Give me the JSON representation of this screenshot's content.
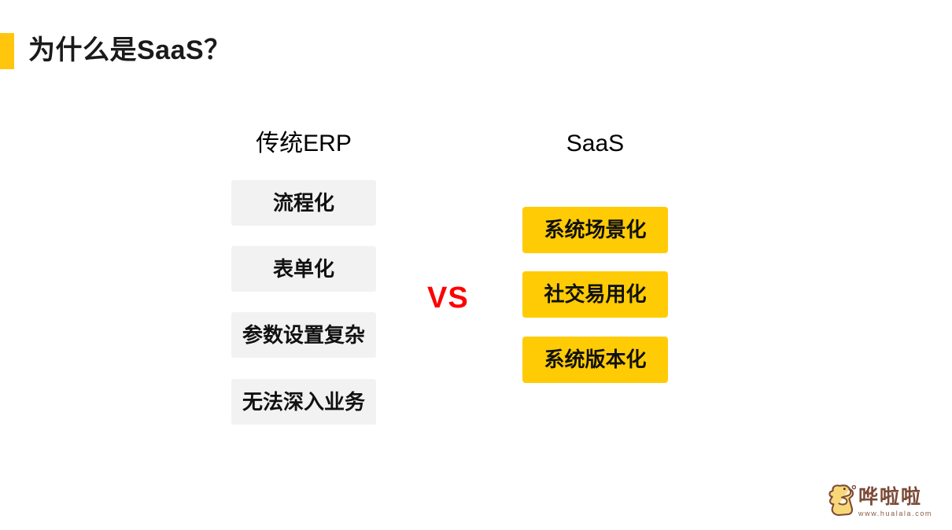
{
  "slide": {
    "title": "为什么是SaaS？"
  },
  "colors": {
    "accent_yellow": "#FFC60D",
    "box_yellow": "#FFCB05",
    "box_gray": "#F2F2F2",
    "vs_red": "#FF0000",
    "brand_brown": "#7B4A36"
  },
  "comparison": {
    "left": {
      "header": "传统ERP",
      "items": [
        "流程化",
        "表单化",
        "参数设置复杂",
        "无法深入业务"
      ]
    },
    "vs_label": "VS",
    "right": {
      "header": "SaaS",
      "items": [
        "系统场景化",
        "社交易用化",
        "系统版本化"
      ]
    }
  },
  "footer_logo": {
    "brand_name": "哗啦啦",
    "website": "www.hualala.com",
    "mascot": "dinosaur-mascot-icon"
  }
}
